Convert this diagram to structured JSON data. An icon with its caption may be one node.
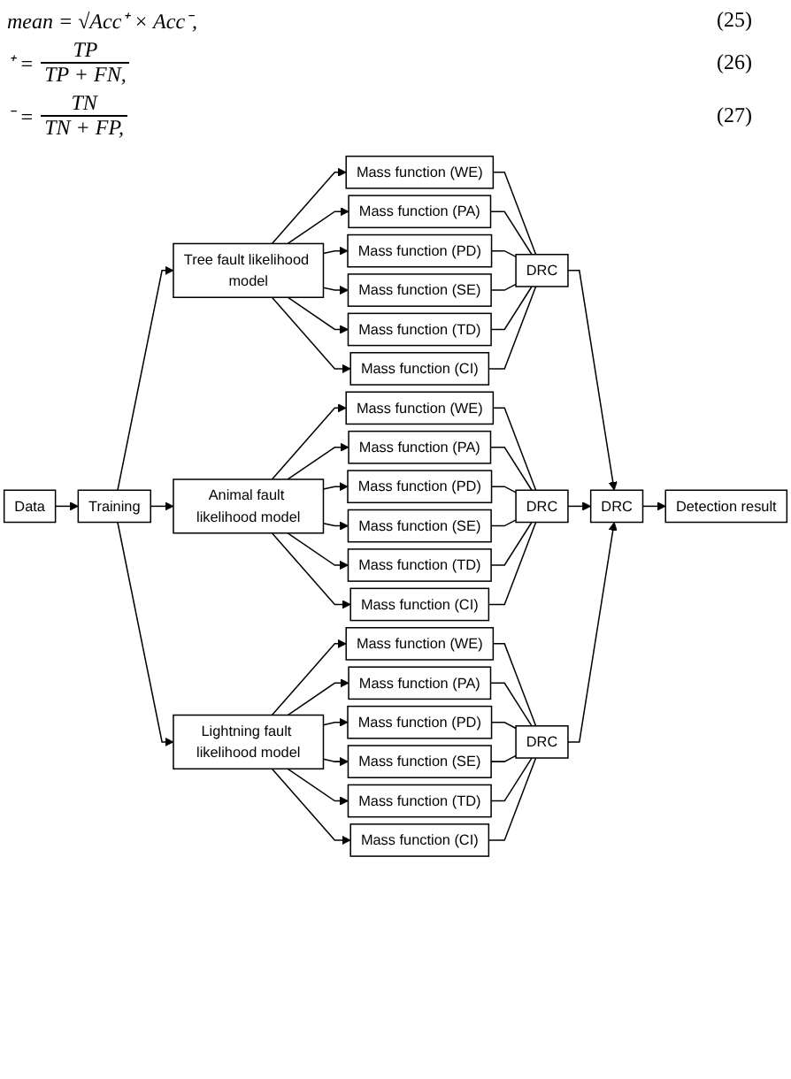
{
  "diagram": {
    "nodes": [
      {
        "text": [
          "Data"
        ]
      },
      {
        "text": [
          "Training"
        ]
      },
      {
        "text": [
          "Tree fault likelihood model"
        ]
      },
      {
        "text": [
          "Mass function (WE)"
        ]
      },
      {
        "text": [
          "Mass function (PA)"
        ]
      },
      {
        "text": [
          "Mass function (PD)"
        ]
      },
      {
        "text": [
          "Mass function (SE)"
        ]
      },
      {
        "text": [
          "Mass function (TD)"
        ]
      },
      {
        "text": [
          "Mass function (CI)"
        ]
      },
      {
        "text": [
          "DRC"
        ]
      },
      {
        "text": [
          "Animal fault likelihood model"
        ]
      },
      {
        "text": [
          "Mass function (WE)"
        ]
      },
      {
        "text": [
          "Mass function (PA)"
        ]
      },
      {
        "text": [
          "Mass function (PD)"
        ]
      },
      {
        "text": [
          "Mass function (SE)"
        ]
      },
      {
        "text": [
          "Mass function (TD)"
        ]
      },
      {
        "text": [
          "Mass function (CI)"
        ]
      },
      {
        "text": [
          "DRC"
        ]
      },
      {
        "text": [
          "Lightning fault likelihood model"
        ]
      },
      {
        "text": [
          "Mass function (WE)"
        ]
      },
      {
        "text": [
          "Mass function (PA)"
        ]
      },
      {
        "text": [
          "Mass function (PD)"
        ]
      },
      {
        "text": [
          "Mass function (SE)"
        ]
      },
      {
        "text": [
          "Mass function (TD)"
        ]
      },
      {
        "text": [
          "Mass function (CI)"
        ]
      },
      {
        "text": [
          "DRC"
        ]
      },
      {
        "text": [
          "DRC"
        ]
      },
      {
        "text": [
          "Detection result"
        ]
      }
    ],
    "edges": [
      {
        "from": 0,
        "to": 1,
        "arrow": "to"
      },
      {
        "from": 1,
        "to": 2,
        "arrow": "to"
      },
      {
        "from": 1,
        "to": 10,
        "arrow": "to"
      },
      {
        "from": 1,
        "to": 18,
        "arrow": "to"
      },
      {
        "from": 2,
        "to": 3,
        "arrow": "to"
      },
      {
        "from": 2,
        "to": 4,
        "arrow": "to"
      },
      {
        "from": 2,
        "to": 5,
        "arrow": "to"
      },
      {
        "from": 2,
        "to": 6,
        "arrow": "to"
      },
      {
        "from": 2,
        "to": 7,
        "arrow": "to"
      },
      {
        "from": 2,
        "to": 8,
        "arrow": "to"
      },
      {
        "from": 3,
        "to": 9,
        "arrow": "none"
      },
      {
        "from": 4,
        "to": 9,
        "arrow": "none"
      },
      {
        "from": 5,
        "to": 9,
        "arrow": "none"
      },
      {
        "from": 6,
        "to": 9,
        "arrow": "none"
      },
      {
        "from": 7,
        "to": 9,
        "arrow": "none"
      },
      {
        "from": 8,
        "to": 9,
        "arrow": "none"
      },
      {
        "from": 10,
        "to": 11,
        "arrow": "to"
      },
      {
        "from": 10,
        "to": 12,
        "arrow": "to"
      },
      {
        "from": 10,
        "to": 13,
        "arrow": "to"
      },
      {
        "from": 10,
        "to": 14,
        "arrow": "to"
      },
      {
        "from": 10,
        "to": 15,
        "arrow": "to"
      },
      {
        "from": 10,
        "to": 16,
        "arrow": "to"
      },
      {
        "from": 11,
        "to": 17,
        "arrow": "none"
      },
      {
        "from": 12,
        "to": 17,
        "arrow": "none"
      },
      {
        "from": 13,
        "to": 17,
        "arrow": "none"
      },
      {
        "from": 14,
        "to": 17,
        "arrow": "none"
      },
      {
        "from": 15,
        "to": 17,
        "arrow": "none"
      },
      {
        "from": 16,
        "to": 17,
        "arrow": "none"
      },
      {
        "from": 18,
        "to": 19,
        "arrow": "to"
      },
      {
        "from": 18,
        "to": 20,
        "arrow": "to"
      },
      {
        "from": 18,
        "to": 21,
        "arrow": "to"
      },
      {
        "from": 18,
        "to": 22,
        "arrow": "to"
      },
      {
        "from": 18,
        "to": 23,
        "arrow": "to"
      },
      {
        "from": 18,
        "to": 24,
        "arrow": "to"
      },
      {
        "from": 19,
        "to": 25,
        "arrow": "none"
      },
      {
        "from": 20,
        "to": 25,
        "arrow": "none"
      },
      {
        "from": 21,
        "to": 25,
        "arrow": "none"
      },
      {
        "from": 22,
        "to": 25,
        "arrow": "none"
      },
      {
        "from": 23,
        "to": 25,
        "arrow": "none"
      },
      {
        "from": 24,
        "to": 25,
        "arrow": "none"
      },
      {
        "from": 9,
        "to": 26,
        "arrow": "to"
      },
      {
        "from": 17,
        "to": 26,
        "arrow": "to"
      },
      {
        "from": 25,
        "to": 26,
        "arrow": "to"
      },
      {
        "from": 26,
        "to": 27,
        "arrow": "to"
      }
    ],
    "labels": [
      "mean = √Acc⁺ × Acc⁻,",
      "(25)",
      "⁺ =",
      "TP",
      "TP + FN,",
      "(26)",
      "⁻ =",
      "TN",
      "TN + FP,",
      "(27)"
    ]
  }
}
